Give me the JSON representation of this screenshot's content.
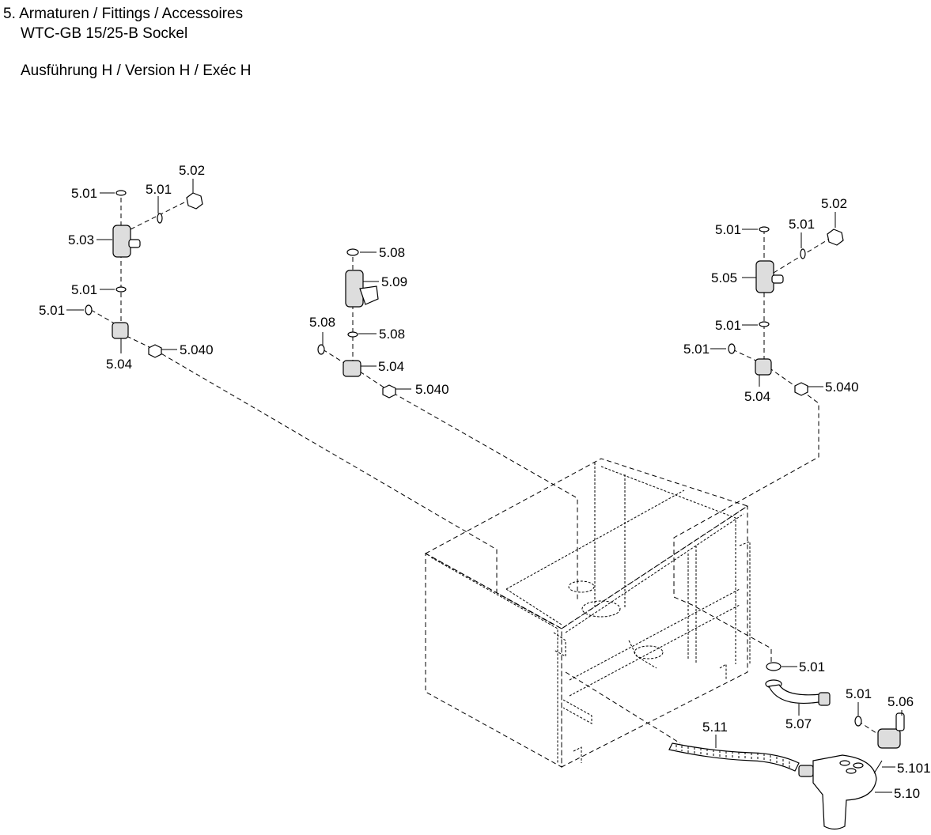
{
  "header": {
    "line1": "5. Armaturen / Fittings / Accessoires",
    "line2": "WTC-GB 15/25-B Sockel",
    "line3": "Ausführung H / Version H / Exéc H"
  },
  "labels": {
    "l1": "5.01",
    "l2": "5.01",
    "l3": "5.02",
    "l4": "5.03",
    "l5": "5.01",
    "l6": "5.01",
    "l7": "5.04",
    "l8": "5.040",
    "m1": "5.08",
    "m2": "5.09",
    "m3": "5.08",
    "m4": "5.08",
    "m5": "5.04",
    "m6": "5.040",
    "r1": "5.01",
    "r2": "5.01",
    "r3": "5.02",
    "r4": "5.05",
    "r5": "5.01",
    "r6": "5.01",
    "r7": "5.04",
    "r8": "5.040",
    "b1": "5.01",
    "b2": "5.07",
    "b3": "5.01",
    "b4": "5.06",
    "b5": "5.11",
    "b6": "5.101",
    "b7": "5.10"
  }
}
